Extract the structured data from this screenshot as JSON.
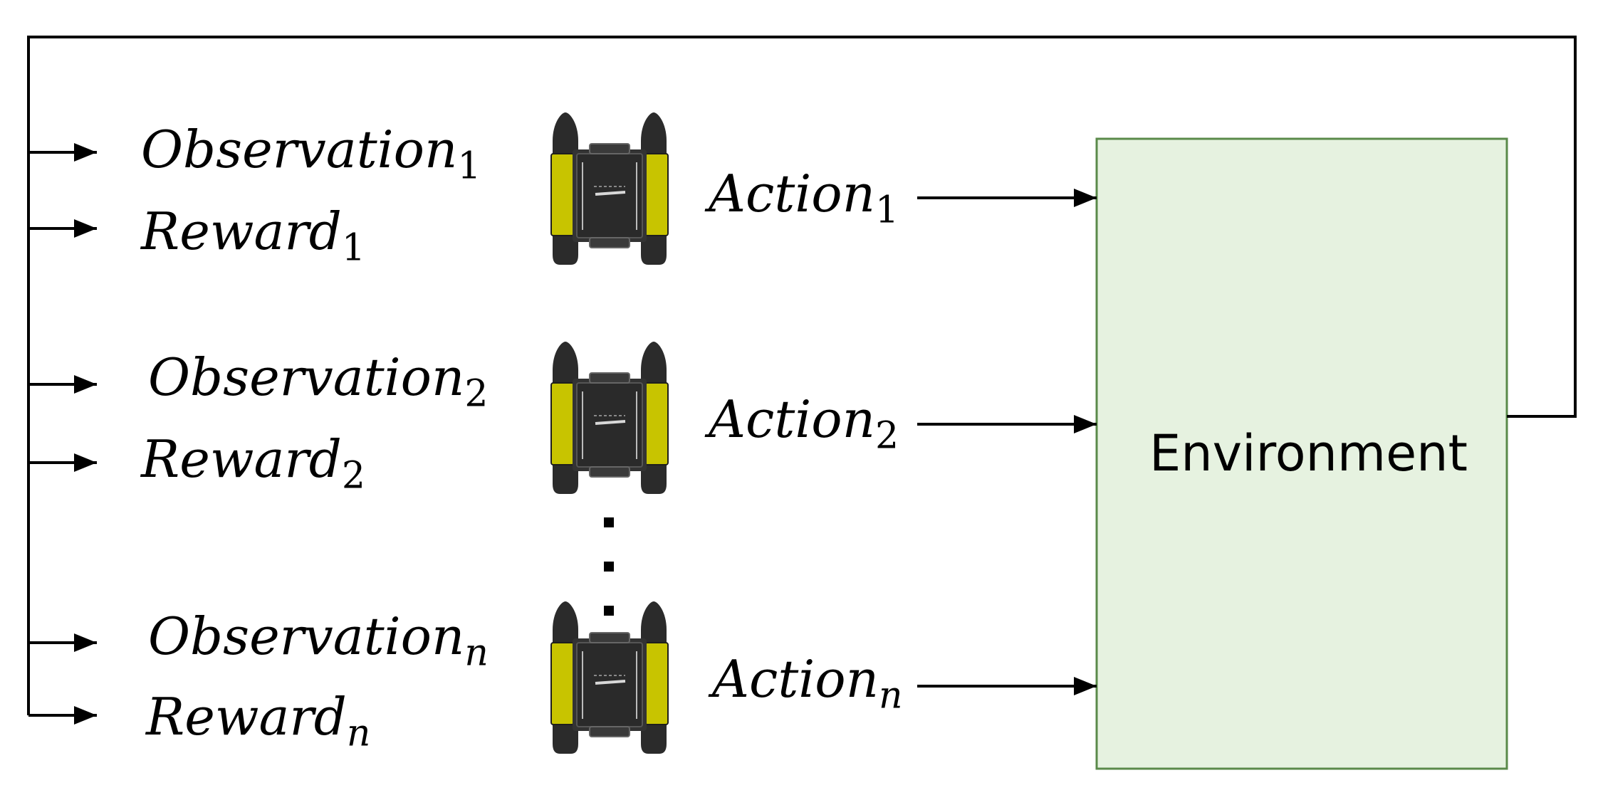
{
  "environment": {
    "label": "Environment",
    "fill": "#e6f2e0",
    "stroke": "#5a8a4a"
  },
  "agents": [
    {
      "observation": "Observation",
      "reward": "Reward",
      "action": "Action",
      "index": "1"
    },
    {
      "observation": "Observation",
      "reward": "Reward",
      "action": "Action",
      "index": "2"
    },
    {
      "observation": "Observation",
      "reward": "Reward",
      "action": "Action",
      "index": "n"
    }
  ],
  "colors": {
    "robot_body": "#2b2b2b",
    "robot_accent": "#c8c400",
    "line": "#000000"
  }
}
